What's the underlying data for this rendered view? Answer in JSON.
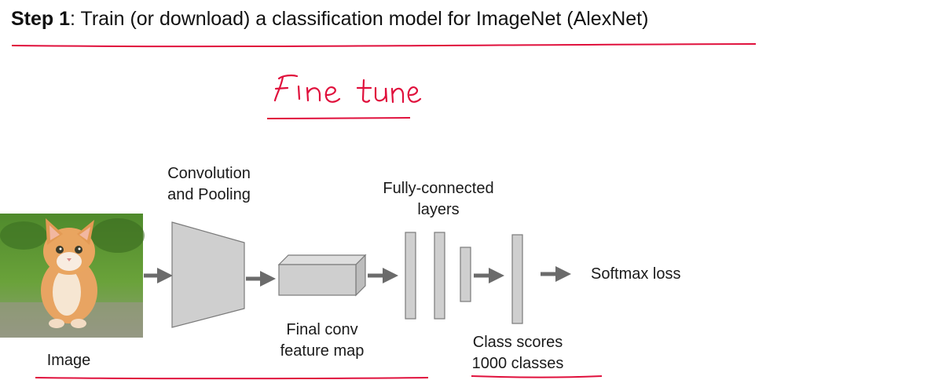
{
  "title": {
    "step": "Step 1",
    "rest": ": Train (or download) a classification model for ImageNet (AlexNet)"
  },
  "annotation": {
    "text": "fine tune",
    "color": "#e0103c"
  },
  "diagram": {
    "conv_label_line1": "Convolution",
    "conv_label_line2": "and Pooling",
    "fc_label_line1": "Fully-connected",
    "fc_label_line2": "layers",
    "feature_label_line1": "Final conv",
    "feature_label_line2": "feature map",
    "scores_label_line1": "Class scores",
    "scores_label_line2": "1000 classes",
    "image_label": "Image",
    "loss_label": "Softmax loss"
  },
  "colors": {
    "block_fill": "#cfcfcf",
    "block_stroke": "#7a7a7a",
    "arrow": "#6b6b6b",
    "ink": "#e0103c"
  }
}
